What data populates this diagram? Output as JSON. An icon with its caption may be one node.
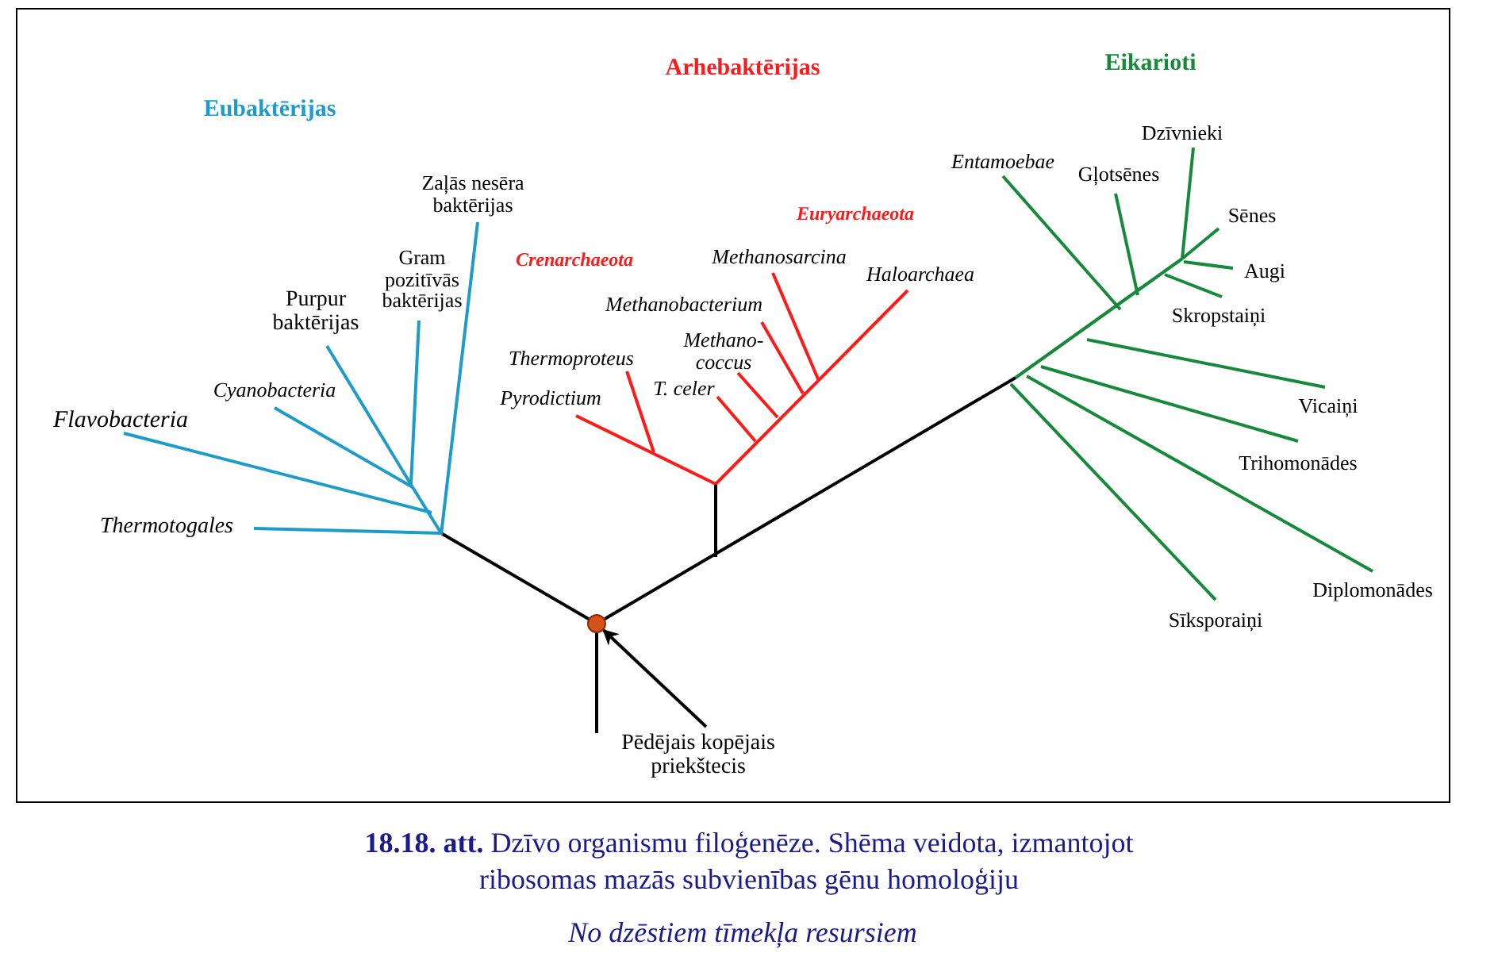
{
  "diagram": {
    "caption": "**18.18. att.** Dzīvo organismu filoģenēze. Shēma veidota, izmantojot ribosomas mazās subvienības gēnu homoloģiju",
    "nodes": [
      {
        "text": [
          "Pēdējais kopējais priekštecis"
        ]
      },
      {
        "text": [],
        "shape": "circle"
      }
    ],
    "edges": [
      {
        "from": 0,
        "to": 1,
        "arrow": "to"
      }
    ],
    "labels": [
      "Arhebaktērijas",
      "Eikarioti",
      "Eubaktērijas",
      "Dzīvnieki",
      "Entamoebae",
      "Gļotsēnes",
      "Zaļās nesēra baktērijas",
      "Euryarchaeota",
      "Sēnes",
      "Crenarchaeota",
      "Methanosarcina",
      "Haloarchaea",
      "Augi",
      "Gram pozitīvās baktērijas",
      "Methanobacterium",
      "Skropstaiņi",
      "Purpur baktērijas",
      "Methano- coccus",
      "Thermoproteus",
      "Cyanobacteria",
      "T. celer",
      "Pyrodictium",
      "Vicaiņi",
      "Flavobacteria",
      "Trihomonādes",
      "Thermotogales",
      "Diplomonādes",
      "Sīksporaiņi",
      "No dzēstiem tīmekļa resursiem"
    ]
  }
}
